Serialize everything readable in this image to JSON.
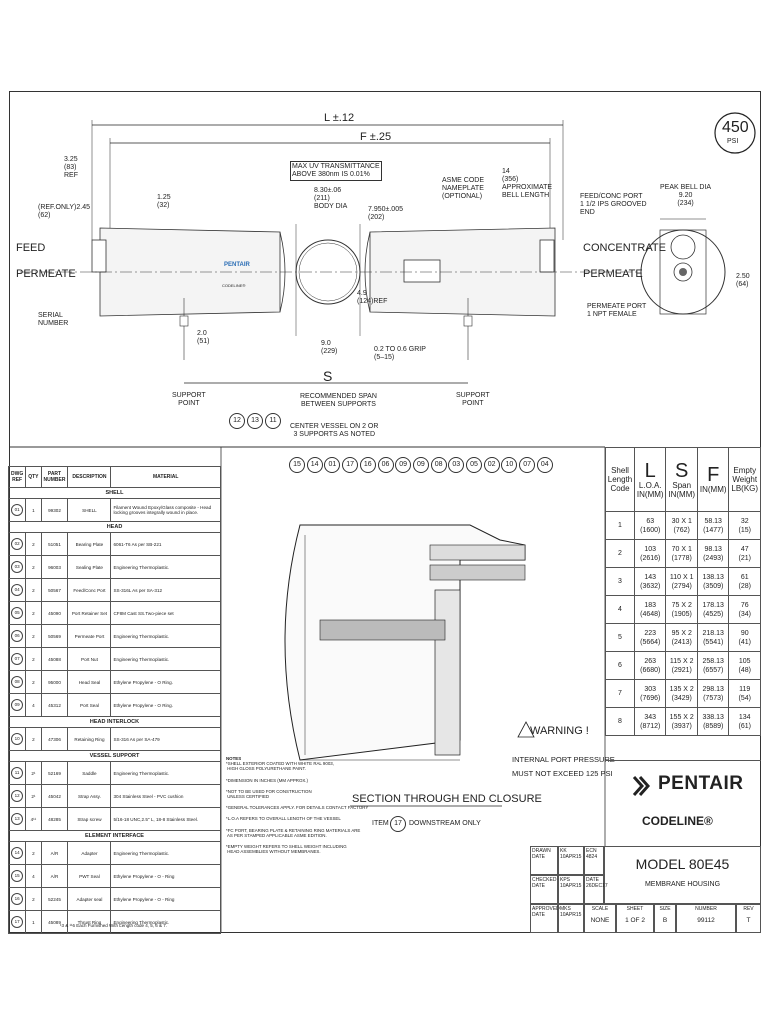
{
  "badge": {
    "value": "450",
    "unit": "PSI"
  },
  "top_view": {
    "dim_L": "L ±.12",
    "dim_F": "F ±.25",
    "dim_325": "3.25\n(83)\nREF",
    "dim_ref245": "(REF.ONLY)2.45\n(62)",
    "dim_125": "1.25\n(32)",
    "uv_note": "MAX UV TRANSMITTANCE\nABOVE 380nm IS 0.01%",
    "body_dia": "8.30±.06\n(211)\nBODY DIA",
    "dim_7950": "7.950±.005\n(202)",
    "asme_note": "ASME CODE\nNAMEPLATE\n(OPTIONAL)",
    "bell_len": "14\n(356)\nAPPROXIMATE\nBELL LENGTH",
    "feed": "FEED",
    "permeate_left": "PERMEATE",
    "serial": "SERIAL\nNUMBER",
    "dim_20": "2.0\n(51)",
    "dim_90": "9.0\n(229)",
    "dim_49": "4.9\n(124)REF",
    "grip": "0.2 TO 0.6 GRIP\n(5–15)",
    "support_left": "SUPPORT\nPOINT",
    "support_right": "SUPPORT\nPOINT",
    "dim_S": "S",
    "span_note": "RECOMMENDED SPAN\nBETWEEN SUPPORTS",
    "center_note": "CENTER VESSEL ON 2 OR\n3 SUPPORTS AS NOTED",
    "callouts": [
      "12",
      "13",
      "11"
    ],
    "brand": "PENTAIR",
    "sub_brand": "CODELINE®"
  },
  "end_view": {
    "port_note": "FEED/CONC PORT\n1 1/2 IPS GROOVED\nEND",
    "bell_dia": "PEAK BELL DIA\n9.20\n(234)",
    "concentrate": "CONCENTRATE",
    "permeate_right": "PERMEATE",
    "dim_250": "2.50\n(64)",
    "perm_port": "PERMEATE PORT\n1 NPT FEMALE"
  },
  "section": {
    "callouts": [
      "15",
      "14",
      "01",
      "17",
      "16",
      "06",
      "09",
      "09",
      "08",
      "03",
      "05",
      "02",
      "10",
      "07",
      "04"
    ],
    "title": "SECTION THROUGH END CLOSURE",
    "item_note_pre": "ITEM",
    "item_no": "17",
    "item_note_post": "DOWNSTREAM ONLY",
    "warning": "WARNING !",
    "pressure_note": "INTERNAL PORT PRESSURE\nMUST NOT EXCEED 125 PSI"
  },
  "parts_table": {
    "headers": [
      "DWG\nREF",
      "QTY",
      "PART\nNUMBER",
      "DESCRIPTION",
      "MATERIAL"
    ],
    "groups": [
      {
        "name": "SHELL",
        "rows": [
          [
            "01",
            "1",
            "99302",
            "SHELL",
            "Filament Wound Epoxy/Glass composite - Head locking grooves integrally wound in place."
          ]
        ]
      },
      {
        "name": "HEAD",
        "rows": [
          [
            "02",
            "2",
            "51051",
            "Bearing Plate",
            "6061-T6 As per SB-221"
          ],
          [
            "03",
            "2",
            "96003",
            "Sealing Plate",
            "Engineering Thermoplastic."
          ],
          [
            "04",
            "2",
            "50567",
            "Feed/Conc Port",
            "SS-316L As per SA-312"
          ],
          [
            "05",
            "2",
            "45090",
            "Port Retainer Set",
            "CF8M Cast SS.Two-piece set"
          ],
          [
            "06",
            "2",
            "50569",
            "Permeate Port",
            "Engineering Thermoplastic."
          ],
          [
            "07",
            "2",
            "45088",
            "Port Nut",
            "Engineering Thermoplastic."
          ],
          [
            "08",
            "2",
            "95000",
            "Head Seal",
            "Ethylene Propylene - O Ring."
          ],
          [
            "09",
            "4",
            "45312",
            "Port Seal",
            "Ethylene Propylene - O Ring."
          ]
        ]
      },
      {
        "name": "HEAD INTERLOCK",
        "rows": [
          [
            "10",
            "2",
            "47306",
            "Retaining Ring",
            "SS-316 As per SA-479"
          ]
        ]
      },
      {
        "name": "VESSEL SUPPORT",
        "rows": [
          [
            "11",
            "2¹",
            "52169",
            "Saddle",
            "Engineering Thermoplastic."
          ],
          [
            "12",
            "2¹",
            "45042",
            "Strap Assy.",
            "304 Stainless Steel - PVC cushion"
          ],
          [
            "13",
            "4¹¹",
            "48285",
            "Strap screw",
            "5/16-18 UNC,2.5\" L, 18-8 Stainless Steel."
          ]
        ]
      },
      {
        "name": "ELEMENT INTERFACE",
        "rows": [
          [
            "14",
            "2",
            "A/R",
            "Adapter",
            "Engineering Thermoplastic."
          ],
          [
            "15",
            "4",
            "A/R",
            "PWT Seal",
            "Ethylene Propylene - O - Ring"
          ],
          [
            "16",
            "2",
            "52245",
            "Adapter seal",
            "Ethylene Propylene - O - Ring"
          ],
          [
            "17",
            "1",
            "45089",
            "Thrust Ring",
            "Engineering Thermoplastic."
          ]
        ]
      }
    ],
    "footnote": "¹3 & ¹¹6 Each Furnished With Length code 4, 5, 6 & 7."
  },
  "notes": {
    "header": "NOTES",
    "items": [
      "*SHELL EXTERIOR COATED WITH WHITE RAL 9003,\n HIGH GLOSS POLYURETHANE PAINT.",
      "*DIMENSION IN INCHES (MM APPROX.)",
      "*NOT TO BE USED FOR CONSTRUCTION\n UNLESS CERTIFIED",
      "*GENERAL TOLERANCES APPLY. FOR DETAILS CONTACT FACTORY",
      "*L.O.A REFERS TO OVERALL LENGTH OF THE VESSEL",
      "*FC PORT, BEARING PLATE & RETAINING RING MATERIALS ARE\n AS PER STAMPED APPLICABLE ASME EDITION.",
      "*EMPTY WEIGHT REFERS TO SHELL WEIGHT INCLUDING\n HEAD ASSEMBLIES WITHOUT MEMBRANES."
    ]
  },
  "shell_table": {
    "headers": {
      "code": "Shell\nLength\nCode",
      "l_letter": "L",
      "l_sub": "L.O.A.\nIN(MM)",
      "s_letter": "S",
      "s_sub": "Span\nIN(MM)",
      "f_letter": "F",
      "f_sub": "IN(MM)",
      "w": "Empty\nWeight\nLB(KG)"
    },
    "rows": [
      {
        "code": "1",
        "l": "63\n(1600)",
        "s": "30 X 1\n(762)",
        "f": "58.13\n(1477)",
        "w": "32\n(15)"
      },
      {
        "code": "2",
        "l": "103\n(2616)",
        "s": "70 X 1\n(1778)",
        "f": "98.13\n(2493)",
        "w": "47\n(21)"
      },
      {
        "code": "3",
        "l": "143\n(3632)",
        "s": "110 X 1\n(2794)",
        "f": "138.13\n(3509)",
        "w": "61\n(28)"
      },
      {
        "code": "4",
        "l": "183\n(4648)",
        "s": "75 X 2\n(1905)",
        "f": "178.13\n(4525)",
        "w": "76\n(34)"
      },
      {
        "code": "5",
        "l": "223\n(5664)",
        "s": "95 X 2\n(2413)",
        "f": "218.13\n(5541)",
        "w": "90\n(41)"
      },
      {
        "code": "6",
        "l": "263\n(6680)",
        "s": "115 X 2\n(2921)",
        "f": "258.13\n(6557)",
        "w": "105\n(48)"
      },
      {
        "code": "7",
        "l": "303\n(7696)",
        "s": "135 X 2\n(3429)",
        "f": "298.13\n(7573)",
        "w": "119\n(54)"
      },
      {
        "code": "8",
        "l": "343\n(8712)",
        "s": "155 X 2\n(3937)",
        "f": "338.13\n(8589)",
        "w": "134\n(61)"
      }
    ]
  },
  "logo": {
    "brand": "PENTAIR",
    "sub": "CODELINE®"
  },
  "title_block": {
    "drawn_lbl": "DRAWN\nDATE",
    "drawn_val": "KK\n10APR15",
    "ecn_lbl": "ECN\n4824",
    "ecn_val": "",
    "checked_lbl": "CHECKED\nDATE",
    "checked_val": "KPS\n10APR15",
    "date_lbl": "DATE\n26DEC17",
    "approved_lbl": "APPROVED\nDATE",
    "approved_val": "MKS\n10APR15",
    "model": "MODEL 80E45",
    "desc": "MEMBRANE HOUSING",
    "scale_lbl": "SCALE",
    "scale_val": "NONE",
    "sheet_lbl": "SHEET",
    "sheet_val": "1 OF 2",
    "size_lbl": "SIZE",
    "size_val": "B",
    "number_lbl": "NUMBER",
    "number_val": "99112",
    "rev_lbl": "REV",
    "rev_val": "T"
  }
}
